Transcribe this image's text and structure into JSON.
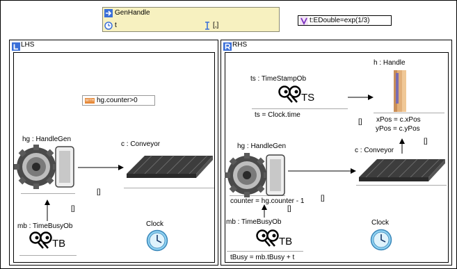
{
  "header": {
    "rule_name": "GenHandle",
    "param_name": "t",
    "brackets": "[,]",
    "param_decl": "t:EDouble=exp(1/3)"
  },
  "lhs": {
    "title": "LHS",
    "condition": "hg.counter>0",
    "handlegen_label": "hg : HandleGen",
    "conveyor_label": "c : Conveyor",
    "timebusy_label": "mb : TimeBusyOb",
    "clock_label": "Clock",
    "bracket_a": "[]",
    "bracket_b": "[]",
    "tb_text": "TB"
  },
  "rhs": {
    "title": "RHS",
    "timestamp_label": "ts : TimeStampOb",
    "timestamp_assign": "ts = Clock.time",
    "ts_text": "TS",
    "handle_label": "h : Handle",
    "handle_assign_x": "xPos = c.xPos",
    "handle_assign_y": "yPos = c.yPos",
    "conveyor_label": "c : Conveyor",
    "handlegen_label": "hg : HandleGen",
    "counter_assign": "counter = hg.counter - 1",
    "timebusy_label": "mb : TimeBusyOb",
    "tbusy_assign": "tBusy = mb.tBusy + t",
    "clock_label": "Clock",
    "tb_text": "TB",
    "bracket_ts": "[]",
    "bracket_handle": "[]",
    "bracket_counter": "[]",
    "bracket_tb": "[]"
  },
  "colors": {
    "header_bg": "#f7f1c0",
    "rule_icon": "#3a6fd8",
    "param_icon": "#7b2fbf",
    "panel_icon": "#3a6fd8",
    "cond_tag": "#e68a3a",
    "clock_face": "#8fd2f2"
  }
}
